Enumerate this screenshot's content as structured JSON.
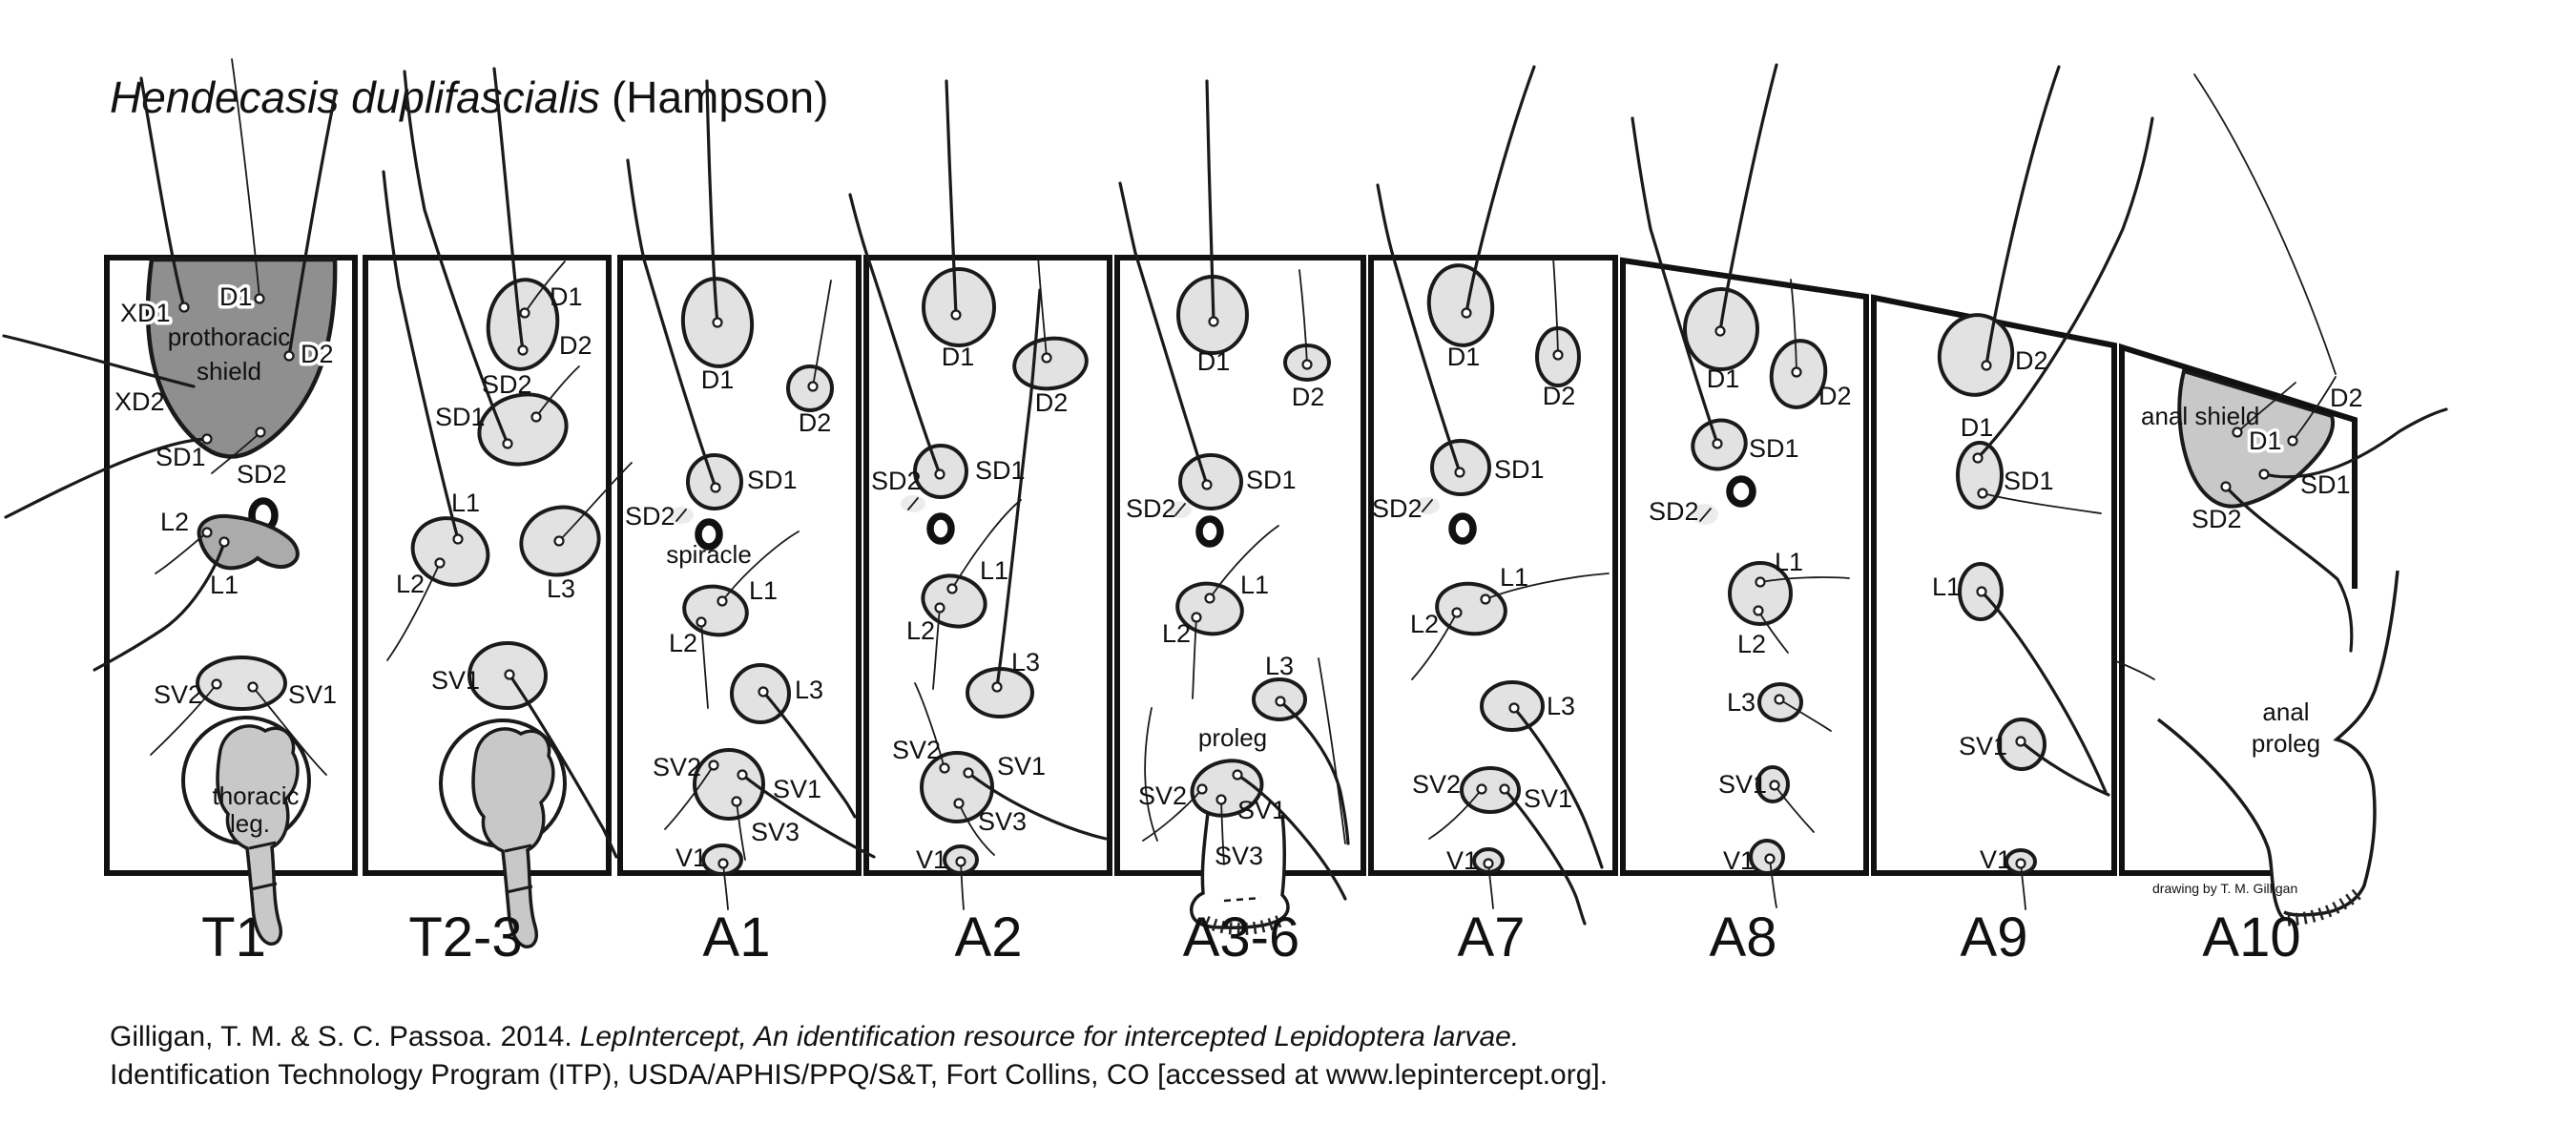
{
  "title": {
    "species_italic": "Hendecasis duplifascialis",
    "author": "(Hampson)"
  },
  "credit": "drawing by T. M. Gilligan",
  "citation": {
    "line1_regular": "Gilligan, T. M. & S. C. Passoa. 2014.",
    "line1_italic": "LepIntercept, An identification resource for intercepted Lepidoptera larvae.",
    "line2": "Identification Technology Program (ITP), USDA/APHIS/PPQ/S&T, Fort Collins, CO [accessed at www.lepintercept.org]."
  },
  "panels": {
    "t1": {
      "label": "T1",
      "setae": {
        "xd1": "XD1",
        "d1": "D1",
        "d2": "D2",
        "xd2": "XD2",
        "sd1": "SD1",
        "sd2": "SD2",
        "l2": "L2",
        "l1": "L1",
        "sv2": "SV2",
        "sv1": "SV1"
      },
      "annotations": {
        "shield1": "prothoracic",
        "shield2": "shield",
        "leg1": "thoracic",
        "leg2": "leg."
      }
    },
    "t23": {
      "label": "T2-3",
      "setae": {
        "d1": "D1",
        "d2": "D2",
        "sd2": "SD2",
        "sd1": "SD1",
        "l1": "L1",
        "l2": "L2",
        "l3": "L3",
        "sv1": "SV1"
      }
    },
    "a1": {
      "label": "A1",
      "setae": {
        "d1": "D1",
        "d2": "D2",
        "sd1": "SD1",
        "sd2": "SD2",
        "l1": "L1",
        "l2": "L2",
        "l3": "L3",
        "sv2": "SV2",
        "sv1": "SV1",
        "sv3": "SV3",
        "v1": "V1"
      },
      "annotations": {
        "spiracle": "spiracle"
      }
    },
    "a2": {
      "label": "A2",
      "setae": {
        "d1": "D1",
        "d2": "D2",
        "sd1": "SD1",
        "sd2": "SD2",
        "l1": "L1",
        "l2": "L2",
        "l3": "L3",
        "sv2": "SV2",
        "sv1": "SV1",
        "sv3": "SV3",
        "v1": "V1"
      }
    },
    "a36": {
      "label": "A3-6",
      "setae": {
        "d1": "D1",
        "d2": "D2",
        "sd1": "SD1",
        "sd2": "SD2",
        "l1": "L1",
        "l2": "L2",
        "l3": "L3",
        "sv2": "SV2",
        "sv1": "SV1",
        "sv3": "SV3"
      },
      "annotations": {
        "proleg": "proleg"
      }
    },
    "a7": {
      "label": "A7",
      "setae": {
        "d1": "D1",
        "d2": "D2",
        "sd1": "SD1",
        "sd2": "SD2",
        "l1": "L1",
        "l2": "L2",
        "l3": "L3",
        "sv2": "SV2",
        "sv1": "SV1",
        "v1": "V1"
      }
    },
    "a8": {
      "label": "A8",
      "setae": {
        "d1": "D1",
        "d2": "D2",
        "sd1": "SD1",
        "sd2": "SD2",
        "l1": "L1",
        "l2": "L2",
        "l3": "L3",
        "sv1": "SV1",
        "v1": "V1"
      }
    },
    "a9": {
      "label": "A9",
      "setae": {
        "d2": "D2",
        "d1": "D1",
        "sd1": "SD1",
        "l1": "L1",
        "sv1": "SV1",
        "v1": "V1"
      }
    },
    "a10": {
      "label": "A10",
      "setae": {
        "d2": "D2",
        "d1": "D1",
        "sd1": "SD1",
        "sd2": "SD2"
      },
      "annotations": {
        "shield": "anal shield",
        "proleg1": "anal",
        "proleg2": "proleg"
      }
    }
  }
}
